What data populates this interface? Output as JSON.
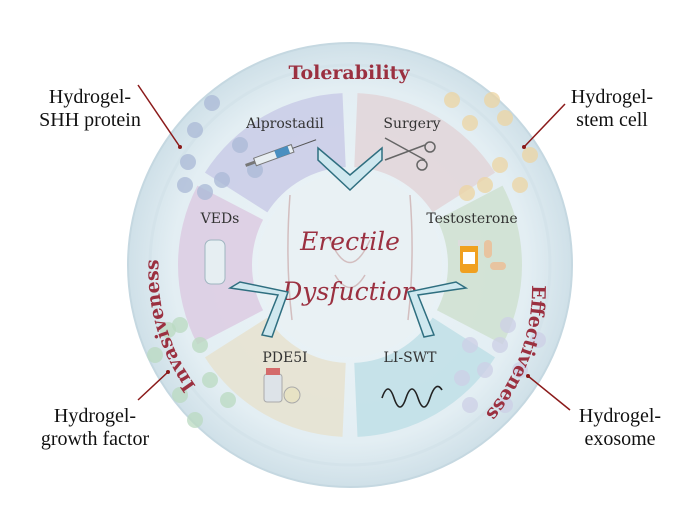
{
  "center": {
    "line1": "Erectile",
    "line2": "Dysfuction"
  },
  "axes": {
    "top": "Tolerability",
    "left": "Invasiveness",
    "right": "Effectiveness"
  },
  "segments": [
    {
      "label": "Alprostadil",
      "icon": "syringe-icon",
      "color": "#c9cbe6"
    },
    {
      "label": "Surgery",
      "icon": "scissors-icon",
      "color": "#e2d5d8"
    },
    {
      "label": "Testosterone",
      "icon": "pill-bottle-icon",
      "color": "#cfe1d0"
    },
    {
      "label": "LI-SWT",
      "icon": "wave-icon",
      "color": "#bfdfe6"
    },
    {
      "label": "PDE5I",
      "icon": "pill-icon",
      "color": "#e6e2cf"
    },
    {
      "label": "VEDs",
      "icon": "vacuum-cylinder-icon",
      "color": "#dccbe2"
    }
  ],
  "callouts": [
    {
      "line1": "Hydrogel-",
      "line2": "SHH protein"
    },
    {
      "line1": "Hydrogel-",
      "line2": "stem cell"
    },
    {
      "line1": "Hydrogel-",
      "line2": "growth factor"
    },
    {
      "line1": "Hydrogel-",
      "line2": "exosome"
    }
  ],
  "colors": {
    "accent": "#9b3040",
    "chevron": "#2f6f80",
    "chevron_fill": "#cfe8ef",
    "callout_line": "#8b1a1a"
  }
}
